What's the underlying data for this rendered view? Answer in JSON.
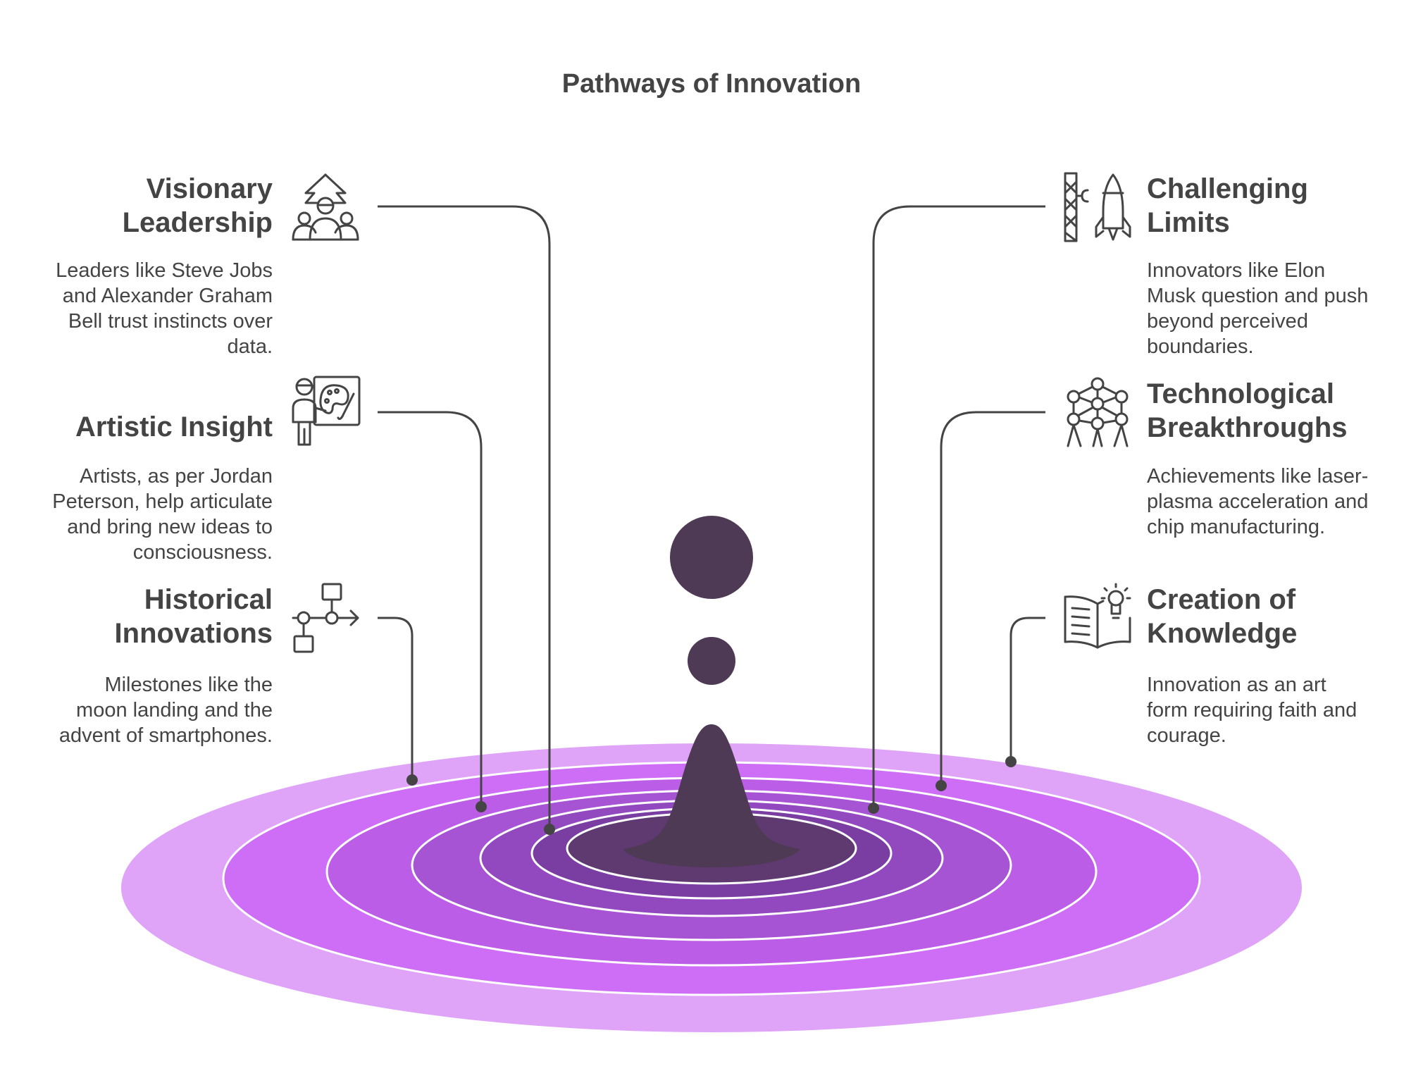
{
  "title": "Pathways of Innovation",
  "colors": {
    "text": "#444444",
    "dark_purple": "#4F3A56",
    "ring_outer": "#DFA3F8",
    "ring_1": "#CE6EF7",
    "ring_2": "#BB5DE6",
    "ring_3": "#A653D4",
    "ring_4": "#9249C0",
    "ring_5": "#7A3EA3",
    "ring_6": "#5F3A71",
    "line": "#444444"
  },
  "items": {
    "visionary": {
      "heading": "Visionary\nLeadership",
      "description": "Leaders like Steve Jobs\nand Alexander Graham\nBell trust instincts over\ndata.",
      "icon": "team-leader-arrow-icon"
    },
    "artistic": {
      "heading": "Artistic Insight",
      "description": "Artists, as per Jordan\nPeterson, help articulate\nand bring new ideas to\nconsciousness.",
      "icon": "artist-palette-icon"
    },
    "historical": {
      "heading": "Historical\nInnovations",
      "description": "Milestones like the\nmoon landing and the\nadvent of smartphones.",
      "icon": "flowchart-timeline-icon"
    },
    "challenging": {
      "heading": "Challenging\nLimits",
      "description": "Innovators like Elon\nMusk question and push\nbeyond perceived\nboundaries.",
      "icon": "rocket-launch-tower-icon"
    },
    "technological": {
      "heading": "Technological\nBreakthroughs",
      "description": "Achievements like laser-\nplasma acceleration and\nchip manufacturing.",
      "icon": "atomium-structure-icon"
    },
    "knowledge": {
      "heading": "Creation of\nKnowledge",
      "description": "Innovation as an art\nform requiring faith and\ncourage.",
      "icon": "book-lightbulb-icon"
    }
  }
}
